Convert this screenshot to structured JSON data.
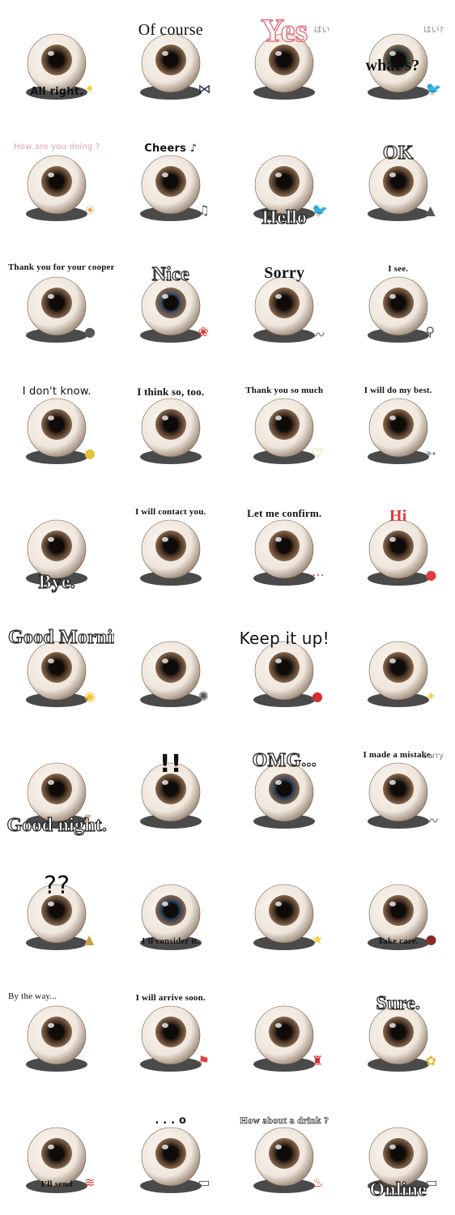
{
  "stickers": [
    {
      "caption": "All right.",
      "pos": "bottom",
      "style": "sans",
      "prop": "sparkle-icon",
      "iris": "#3b2a1f"
    },
    {
      "caption": "Of course",
      "pos": "top",
      "style": "big light",
      "prop": "bowtie-icon",
      "iris": "#3b2a1f"
    },
    {
      "caption": "Yes",
      "pos": "top",
      "style": "huge outline-red",
      "prop": "none",
      "extra": "はい",
      "iris": "#3b2a1f"
    },
    {
      "caption": "what's?",
      "pos": "mid",
      "style": "big",
      "prop": "bird-icon",
      "extra": "はい?",
      "iris": "#2a3a3a"
    },
    {
      "caption": "How are you doing ?",
      "pos": "top",
      "style": "pink",
      "prop": "sun-icon",
      "iris": "#3b2a1f"
    },
    {
      "caption": "Cheers ♪",
      "pos": "top",
      "style": "sans",
      "prop": "ukulele-icon",
      "iris": "#3b2a1f"
    },
    {
      "caption": "Hello",
      "pos": "bottom",
      "style": "outline",
      "prop": "bird-icon",
      "iris": "#3b2a1f"
    },
    {
      "caption": "OK",
      "pos": "top",
      "style": "outline",
      "prop": "cloth-icon",
      "iris": "#3b2a1f"
    },
    {
      "caption": "Thank you for your cooperation",
      "pos": "topleft",
      "style": "small",
      "prop": "bag-icon",
      "iris": "#3b2a1f"
    },
    {
      "caption": "Nice",
      "pos": "top",
      "style": "outline",
      "prop": "rose-icon",
      "iris": "#3d4a5a"
    },
    {
      "caption": "Sorry",
      "pos": "top",
      "style": "big",
      "prop": "puddle-icon",
      "iris": "#3b2a1f"
    },
    {
      "caption": "I see.",
      "pos": "top",
      "style": "small",
      "prop": "magnifier-icon",
      "iris": "#3b2a1f"
    },
    {
      "caption": "I don't know.",
      "pos": "top",
      "style": "sans light",
      "prop": "lemon-icon",
      "iris": "#3b2a1f"
    },
    {
      "caption": "I think so, too.",
      "pos": "top",
      "style": "",
      "prop": "none",
      "iris": "#3b2a1f"
    },
    {
      "caption": "Thank you so much",
      "pos": "top",
      "style": "small",
      "prop": "heart-icon",
      "iris": "#3b2a1f"
    },
    {
      "caption": "I will do my best.",
      "pos": "top",
      "style": "small",
      "prop": "fish-icon",
      "iris": "#3b2a1f"
    },
    {
      "caption": "Bye.",
      "pos": "bottom",
      "style": "outline",
      "prop": "none",
      "iris": "#3b2a1f"
    },
    {
      "caption": "I will contact you.",
      "pos": "top",
      "style": "small",
      "prop": "none",
      "iris": "#3b2a1f"
    },
    {
      "caption": "Let me confirm.",
      "pos": "top",
      "style": "",
      "prop": "chart-icon",
      "iris": "#4a3020"
    },
    {
      "caption": "Hi",
      "pos": "top",
      "style": "red big",
      "prop": "balloon-icon",
      "iris": "#3b2a1f"
    },
    {
      "caption": "Good Morning",
      "pos": "topleft",
      "style": "outline",
      "prop": "egg-icon",
      "iris": "#3b2a1f"
    },
    {
      "caption": "",
      "pos": "top",
      "style": "",
      "prop": "bulb-icon",
      "iris": "#3b2a1f"
    },
    {
      "caption": "Keep it up!",
      "pos": "top",
      "style": "sans big light",
      "prop": "daruma-icon",
      "iris": "#3b2a1f"
    },
    {
      "caption": "",
      "pos": "top",
      "style": "",
      "prop": "sparkle-icon",
      "iris": "#3b2a1f"
    },
    {
      "caption": "Good night.",
      "pos": "bottom",
      "style": "outline",
      "prop": "zzz-icon",
      "iris": "#3b2a1f"
    },
    {
      "caption": "!!",
      "pos": "top",
      "style": "sans huge",
      "prop": "none",
      "iris": "#3b2a1f"
    },
    {
      "caption": "OMG...",
      "pos": "top",
      "style": "outline",
      "prop": "none",
      "iris": "#2b3d55"
    },
    {
      "caption": "I made a mistake.",
      "pos": "top",
      "style": "small",
      "prop": "puddle-icon",
      "extra": "Sorry",
      "iris": "#3b2a1f"
    },
    {
      "caption": "??",
      "pos": "top",
      "style": "sans huge light",
      "prop": "mushroom-icon",
      "iris": "#3b2a1f"
    },
    {
      "caption": "I'll consider it.",
      "pos": "bottom",
      "style": "small",
      "prop": "none",
      "iris": "#2b3d55"
    },
    {
      "caption": "",
      "pos": "top",
      "style": "",
      "prop": "stars-icon",
      "iris": "#3b2a1f"
    },
    {
      "caption": "Take care.",
      "pos": "bottom",
      "style": "small",
      "prop": "berries-icon",
      "iris": "#3b2a1f"
    },
    {
      "caption": "By the way...",
      "pos": "topleft",
      "style": "small light",
      "prop": "none",
      "iris": "#3b2a1f"
    },
    {
      "caption": "I will arrive soon.",
      "pos": "top",
      "style": "small",
      "prop": "pin-icon",
      "iris": "#3b2a1f"
    },
    {
      "caption": "",
      "pos": "top",
      "style": "",
      "prop": "cake-icon",
      "iris": "#3b2a1f"
    },
    {
      "caption": "Sure.",
      "pos": "top",
      "style": "outline",
      "prop": "flowers-icon",
      "iris": "#3b2a1f"
    },
    {
      "caption": "I'll send",
      "pos": "bottom",
      "style": "small",
      "prop": "wifi-icon",
      "iris": "#3b2a1f"
    },
    {
      "caption": ". . . o",
      "pos": "top",
      "style": "sans",
      "prop": "mask-icon",
      "iris": "#3b2a1f"
    },
    {
      "caption": "How about a drink ?",
      "pos": "top",
      "style": "small outline-thin",
      "prop": "sake-icon",
      "iris": "#3b2a1f"
    },
    {
      "caption": "Online",
      "pos": "bottom",
      "style": "outline",
      "prop": "laptop-icon",
      "iris": "#3b2a1f"
    }
  ],
  "colors": {
    "sclera": "#efe6dc",
    "shadow": "#2a2a2a",
    "pupil": "#0e0b09",
    "accent_red": "#e23a3a",
    "sparkle": "#f2d33a"
  }
}
